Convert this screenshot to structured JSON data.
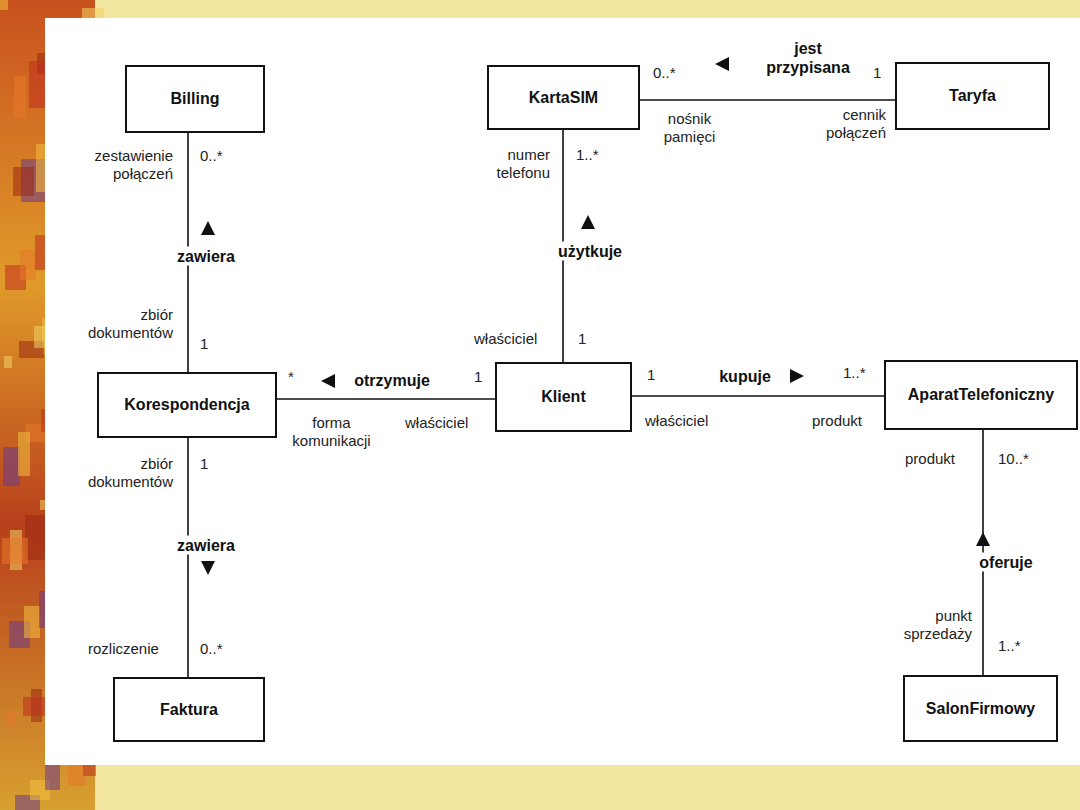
{
  "diagram": {
    "nodes": [
      {
        "text": [
          "Billing"
        ]
      },
      {
        "text": [
          "KartaSIM"
        ]
      },
      {
        "text": [
          "Taryfa"
        ]
      },
      {
        "text": [
          "Korespondencja"
        ]
      },
      {
        "text": [
          "Klient"
        ]
      },
      {
        "text": [
          "AparatTelefoniczny"
        ]
      },
      {
        "text": [
          "Faktura"
        ]
      },
      {
        "text": [
          "SalonFirmowy"
        ]
      }
    ],
    "edges": [
      {
        "from": 1,
        "to": 2,
        "label": "jest przypisana",
        "arrow": "none"
      },
      {
        "from": 0,
        "to": 3,
        "label": "zawiera",
        "arrow": "none"
      },
      {
        "from": 1,
        "to": 4,
        "label": "użytkuje",
        "arrow": "none"
      },
      {
        "from": 3,
        "to": 4,
        "label": "otrzymuje",
        "arrow": "none"
      },
      {
        "from": 4,
        "to": 5,
        "label": "kupuje",
        "arrow": "none"
      },
      {
        "from": 3,
        "to": 6,
        "label": "zawiera",
        "arrow": "none"
      },
      {
        "from": 5,
        "to": 7,
        "label": "oferuje",
        "arrow": "none"
      }
    ],
    "labels": [
      "zestawienie połączeń",
      "0..*",
      "zbiór dokumentów",
      "1",
      "zbiór dokumentów",
      "1",
      "rozliczenie",
      "0..*",
      "numer telefonu",
      "1..*",
      "nośnik pamięci",
      "0..*",
      "1",
      "cennik połączeń",
      "właściciel",
      "1",
      "*",
      "forma komunikacji",
      "1",
      "właściciel",
      "1",
      "właściciel",
      "1..*",
      "produkt",
      "produkt",
      "10..*",
      "punkt sprzedaży",
      "1..*"
    ]
  }
}
